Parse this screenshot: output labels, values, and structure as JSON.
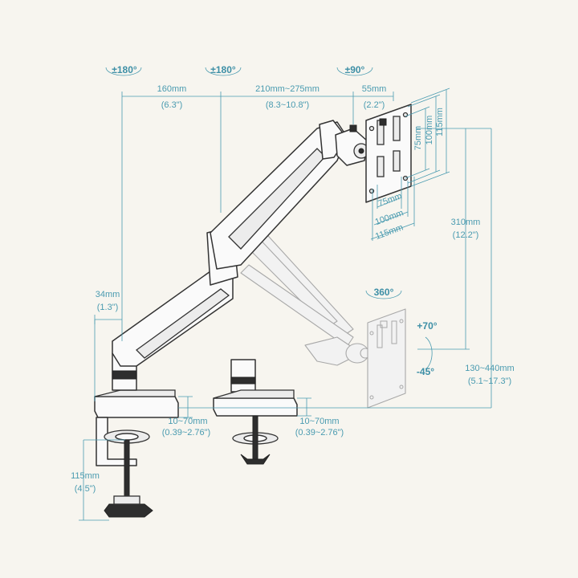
{
  "rotations": {
    "base_swivel": "±180°",
    "arm_swivel": "±180°",
    "head_swivel": "±90°",
    "vesa_rotation": "360°",
    "tilt_up": "+70°",
    "tilt_down": "-45°"
  },
  "dimensions": {
    "lower_arm": {
      "metric": "160mm",
      "imperial": "(6.3\")"
    },
    "upper_arm": {
      "metric": "210mm~275mm",
      "imperial": "(8.3~10.8\")"
    },
    "head": {
      "metric": "55mm",
      "imperial": "(2.2\")"
    },
    "pole_offset": {
      "metric": "34mm",
      "imperial": "(1.3\")"
    },
    "vertical_range": {
      "metric": "310mm",
      "imperial": "(12.2\")"
    },
    "height_range": {
      "metric": "130~440mm",
      "imperial": "(5.1~17.3\")"
    },
    "clamp_thickness": {
      "metric": "10~70mm",
      "imperial": "(0.39~2.76\")"
    },
    "grommet_thickness": {
      "metric": "10~70mm",
      "imperial": "(0.39~2.76\")"
    },
    "clamp_depth": {
      "metric": "115mm",
      "imperial": "(4.5\")"
    }
  },
  "vesa": {
    "horizontal": [
      "75mm",
      "100mm",
      "115mm"
    ],
    "vertical": [
      "75mm",
      "100mm",
      "115mm"
    ]
  }
}
